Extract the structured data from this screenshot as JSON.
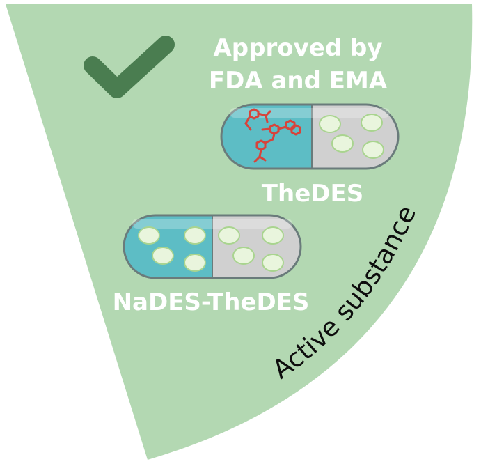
{
  "colors": {
    "wedge": "#b3d8b2",
    "check": "#4a7d50",
    "capsule_teal": "#5dbdc5",
    "capsule_gray": "#d0d0d0",
    "granule_fill": "#e9f5dd",
    "granule_stroke": "#a9d48f",
    "molecule": "#d8433a",
    "label_text": "#ffffff",
    "arc_text": "#0d0d0d"
  },
  "icons": {
    "approval": "checkmark-icon",
    "drug_molecule": "molecule-icon"
  },
  "labels": {
    "approval_line1": "Approved by",
    "approval_line2": "FDA and EMA",
    "thedes": "TheDES",
    "nades_thedes": "NaDES-TheDES",
    "arc": "Active substance"
  }
}
